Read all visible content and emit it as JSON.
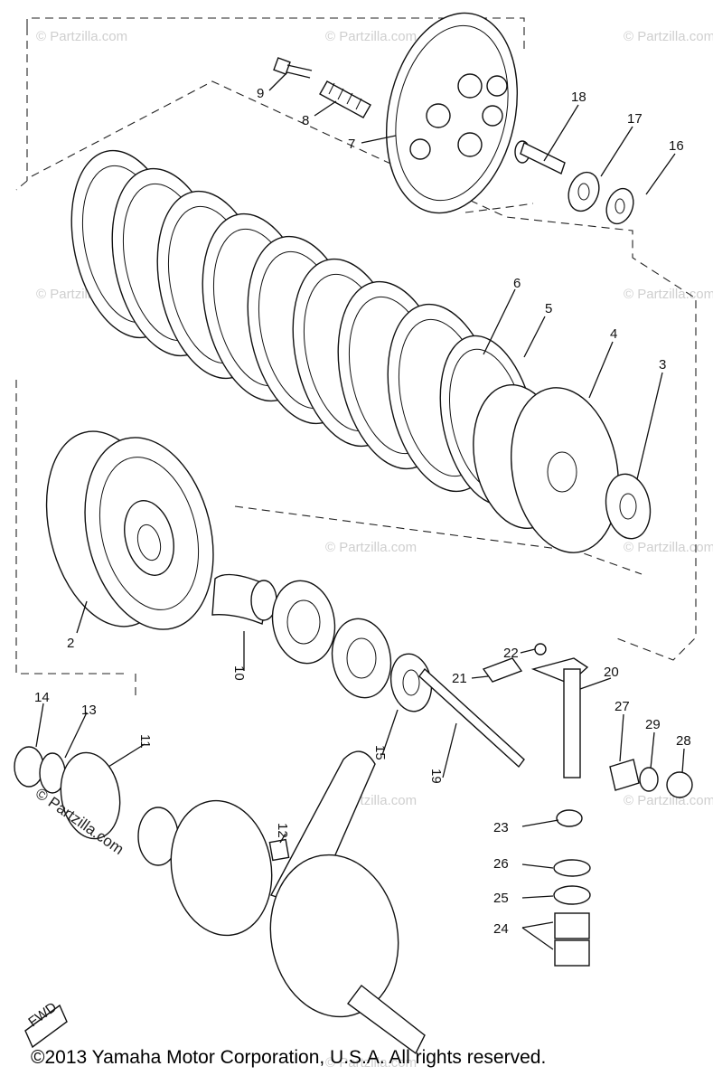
{
  "copyright": "©2013 Yamaha Motor Corporation, U.S.A. All rights reserved.",
  "watermark": "© Partzilla.com",
  "watermark_main": "© Partzilla.com",
  "fwd_label": "FWD",
  "callouts": {
    "c2": "2",
    "c3": "3",
    "c4": "4",
    "c5": "5",
    "c6": "6",
    "c7": "7",
    "c8": "8",
    "c9": "9",
    "c10": "10",
    "c11": "11",
    "c12": "12",
    "c13": "13",
    "c14": "14",
    "c15": "15",
    "c16": "16",
    "c17": "17",
    "c18": "18",
    "c19": "19",
    "c20": "20",
    "c21": "21",
    "c22": "22",
    "c23": "23",
    "c24": "24",
    "c25": "25",
    "c26": "26",
    "c27": "27",
    "c28": "28",
    "c29": "29"
  }
}
